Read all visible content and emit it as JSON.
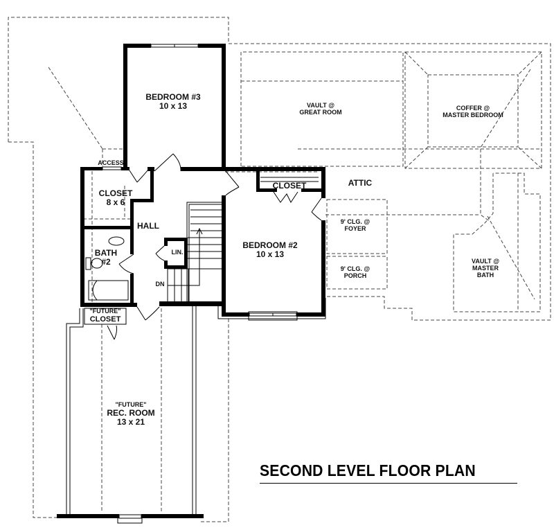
{
  "title": "SECOND LEVEL FLOOR PLAN",
  "colors": {
    "wall": "#000000",
    "dashed": "#333333",
    "background": "#ffffff"
  },
  "rooms": {
    "bedroom3": {
      "name": "BEDROOM #3",
      "size": "10 x 13"
    },
    "bedroom2": {
      "name": "BEDROOM #2",
      "size": "10 x 13"
    },
    "closet_8x6": {
      "name": "CLOSET",
      "size": "8 x 6"
    },
    "access": {
      "name": "ACCESS"
    },
    "hall": {
      "name": "HALL"
    },
    "bath2": {
      "name": "BATH",
      "size": "#2"
    },
    "linen": {
      "name": "LIN."
    },
    "stairs": {
      "label": "DN"
    },
    "closet_bed2": {
      "name": "CLOSET"
    },
    "attic": {
      "name": "ATTIC"
    },
    "future_closet": {
      "qualifier": "\"FUTURE\"",
      "name": "CLOSET"
    },
    "rec_room": {
      "qualifier": "\"FUTURE\"",
      "name": "REC. ROOM",
      "size": "13 x 21"
    }
  },
  "ceiling_notes": {
    "great_room": {
      "line1": "VAULT @",
      "line2": "GREAT ROOM"
    },
    "master_bedroom": {
      "line1": "COFFER @",
      "line2": "MASTER BEDROOM"
    },
    "foyer": {
      "line1": "9' CLG. @",
      "line2": "FOYER"
    },
    "porch": {
      "line1": "9' CLG. @",
      "line2": "PORCH"
    },
    "master_bath": {
      "line1": "VAULT @",
      "line2": "MASTER",
      "line3": "BATH"
    }
  }
}
